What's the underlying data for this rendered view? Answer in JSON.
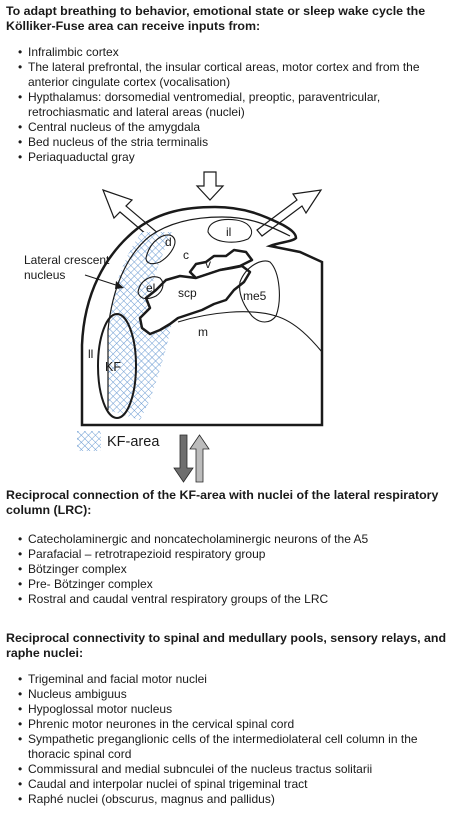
{
  "section1": {
    "heading": "To adapt breathing to behavior, emotional state or sleep wake cycle the Kölliker-Fuse area can receive inputs from:",
    "items": [
      "Infralimbic cortex",
      "The lateral prefrontal, the insular cortical areas, motor cortex and from the anterior cingulate cortex (vocalisation)",
      "Hypthalamus: dorsomedial ventromedial, preoptic, paraventricular, retrochiasmatic and lateral areas (nuclei)",
      "Central nucleus of the amygdala",
      "Bed nucleus of the stria terminalis",
      "Periaquaductal gray"
    ]
  },
  "diagram": {
    "labels": {
      "d": "d",
      "il": "il",
      "c": "c",
      "v": "v",
      "el": "el",
      "scp": "scp",
      "me5": "me5",
      "m": "m",
      "ll": "ll",
      "kf": "KF",
      "lateral_crescent": "Lateral crescent",
      "nucleus": "nucleus"
    },
    "legend": "KF-area",
    "colors": {
      "hatch": "#6b9bd2",
      "arrow_down": "#6e6e6e",
      "arrow_up": "#bcbcbc"
    }
  },
  "section2": {
    "heading": "Reciprocal connection of the KF-area with nuclei of the lateral respiratory column (LRC):",
    "items": [
      "Catecholaminergic and noncatecholaminergic neurons of the A5",
      "Parafacial – retrotrapezioid respiratory group",
      "Bötzinger complex",
      "Pre- Bötzinger complex",
      "Rostral and caudal ventral respiratory groups of the LRC"
    ]
  },
  "section3": {
    "heading": "Reciprocal connectivity to spinal and medullary pools, sensory relays, and raphe nuclei:",
    "items": [
      "Trigeminal and facial motor nuclei",
      "Nucleus ambiguus",
      "Hypoglossal motor nucleus",
      "Phrenic motor neurones in the cervical spinal cord",
      "Sympathetic preganglionic cells of the intermediolateral cell column in the thoracic spinal cord",
      "Commissural and medial subnculei of the nucleus tractus solitarii",
      "Caudal and interpolar nuclei of spinal trigeminal tract",
      "Raphé nuclei (obscurus, magnus and pallidus)"
    ]
  }
}
